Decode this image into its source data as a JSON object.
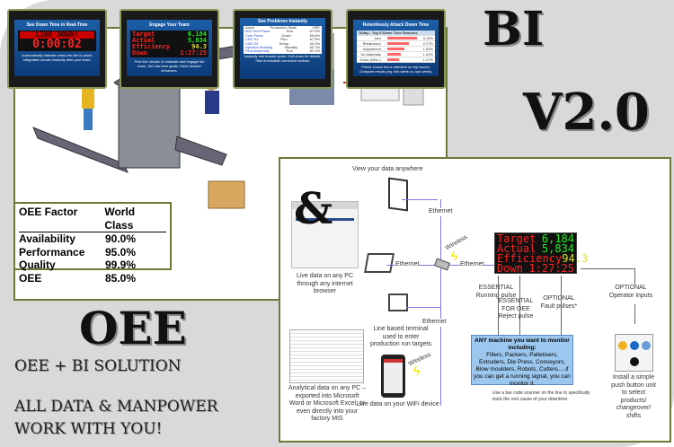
{
  "monitors": [
    {
      "title": "See Down Time in Real-Time",
      "banner": "LINE DOWN!",
      "timer": "0:00:02",
      "caption": "Automatically indicate when the line is down. Integrated visuals instantly alert your team."
    },
    {
      "title": "Engage Your Team",
      "caption": "Post live visuals to motivate and engage the team. Set real-time goals. Drive desired behaviors."
    },
    {
      "title": "See Problems Instantly",
      "headers": [
        "Asset",
        "Production State",
        "OEE"
      ],
      "rows": [
        [
          "600 Turn Press",
          "Run",
          "67.9%"
        ],
        [
          "Coin Press",
          "Down",
          "59.6%"
        ],
        [
          "CNC 01",
          "Run",
          "87.5%"
        ],
        [
          "CNC 02",
          "Setup",
          "40.3%"
        ],
        [
          "Injection Molding",
          "Standby",
          "63.7%"
        ],
        [
          "Final Assembly",
          "Run",
          "82.3%"
        ]
      ],
      "caption": "Instantly see trouble spots. Drill down for details. Take immediate corrective actions."
    },
    {
      "title": "Relentlessly Attack Down Time",
      "panel": "Today - Top 5 Down Time Reasons",
      "reasons": [
        {
          "name": "Jam",
          "pct": "3.15%",
          "v": 3.15
        },
        {
          "name": "Breakdown",
          "pct": "2.27%",
          "v": 2.27
        },
        {
          "name": "Adjustment",
          "pct": "1.83%",
          "v": 1.83
        },
        {
          "name": "No Materials",
          "pct": "1.41%",
          "v": 1.41
        },
        {
          "name": "Down (Misc.)",
          "pct": "1.27%",
          "v": 1.27
        }
      ],
      "caption": "Points shows focus attention on top issues. Compare results (eg. this week vs. last week)."
    }
  ],
  "scoreboard": {
    "rows": [
      {
        "label": "Target",
        "value": "6,184",
        "color": "green"
      },
      {
        "label": "Actual",
        "value": "5,834",
        "color": "green"
      },
      {
        "label": "Efficiency",
        "value": "94.3",
        "color": "yellow"
      },
      {
        "label": "Down",
        "value": "1:27:25",
        "color": "red"
      }
    ]
  },
  "oee_table": {
    "headers": [
      "OEE Factor",
      "World Class"
    ],
    "rows": [
      [
        "Availability",
        "90.0%"
      ],
      [
        "Performance",
        "95.0%"
      ],
      [
        "Quality",
        "99.9%"
      ],
      [
        "OEE",
        "85.0%"
      ]
    ]
  },
  "headline": {
    "bi": "BI",
    "version": "V2.0",
    "ampersand": "&",
    "oee": "OEE",
    "solution": "OEE + BI SOLUTION",
    "tagline1": "ALL DATA & MANPOWER",
    "tagline2": "WORK WITH YOU!"
  },
  "diagram": {
    "view_anywhere": "View your data anywhere",
    "ethernet": "Ethernet",
    "wireless": "Wireless",
    "live_pc": "Live data on any PC through any internet browser",
    "terminal": "Line based terminal used to enter production run targets",
    "analytical": "Analytical data on any PC – exported into Microsoft Word or Microsoft Excel, or even directly into your factory MIS",
    "wifi": "Live data on your WiFi device",
    "running": "ESSENTIAL Running pulse",
    "reject": "ESSENTIAL FOR OEE Reject pulse",
    "fault": "OPTIONAL Fault pulses*",
    "operator": "OPTIONAL Operator inputs",
    "machine_title": "ANY machine you want to monitor including:",
    "machine_body": "Fillers, Packers, Palletisers, Extruders, Die Press, Conveyors, Blow moulders, Robots, Cutters….if you can get a running signal, you can monitor it.",
    "pushbutton": "Install a simple push button unit to select products/ changeover/ shifts",
    "barcode": "Use a bar code scanner on the line to specifically track the root cause of your downtime"
  }
}
